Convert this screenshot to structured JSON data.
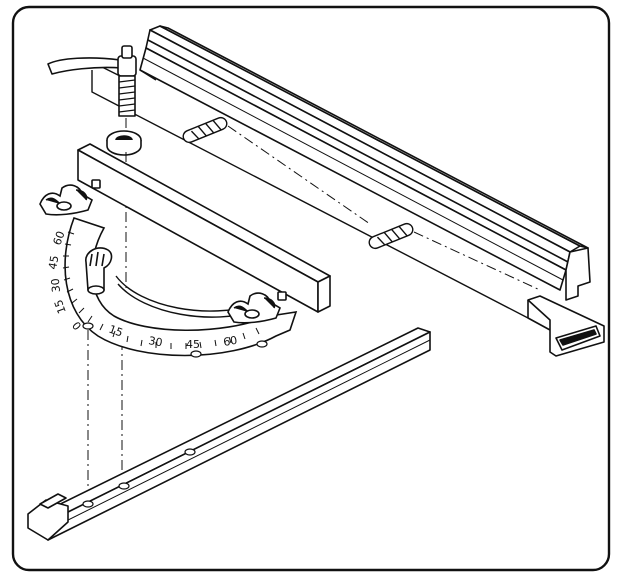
{
  "diagram": {
    "protractor_marks": {
      "left_side": [
        "60",
        "45",
        "30",
        "15",
        "0"
      ],
      "bottom_side": [
        "15",
        "30",
        "45",
        "60"
      ]
    },
    "colors": {
      "ink": "#111111",
      "paper": "#ffffff"
    },
    "icons": [
      "miter-gauge-body",
      "fence-rail",
      "guide-bar",
      "lock-lever",
      "wing-nut",
      "threaded-stud",
      "washer",
      "protractor-scale",
      "locking-knob"
    ]
  }
}
